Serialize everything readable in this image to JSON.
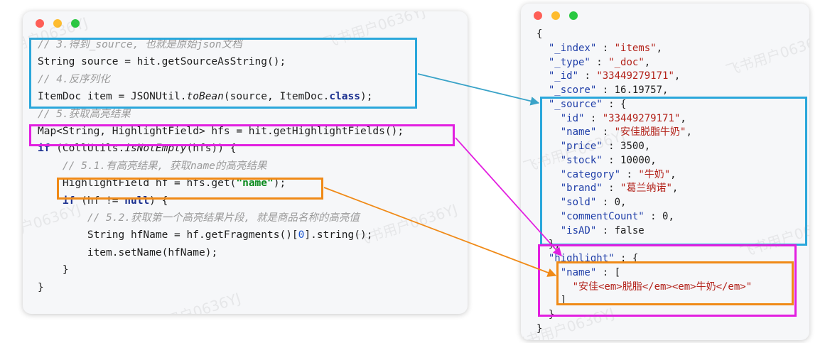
{
  "watermark": "飞书用户0636YJ",
  "traffic_lights": {
    "close": "#fe5f57",
    "minimize": "#febc2e",
    "zoom": "#28c840"
  },
  "highlight_colors": {
    "source": "#2aa7db",
    "fields": "#e21fe0",
    "name": "#f08a17"
  },
  "code_panel": {
    "lines": [
      {
        "indent": "",
        "parts": [
          {
            "t": "// 3.得到_source, 也就是原始json文档",
            "c": "cm"
          }
        ]
      },
      {
        "indent": "",
        "parts": [
          {
            "t": "String source = hit.getSourceAsString();",
            "c": ""
          }
        ]
      },
      {
        "indent": "",
        "parts": [
          {
            "t": "// 4.反序列化",
            "c": "cm"
          }
        ]
      },
      {
        "indent": "",
        "parts": [
          {
            "t": "ItemDoc item = JSONUtil.",
            "c": ""
          },
          {
            "t": "toBean",
            "c": "it"
          },
          {
            "t": "(source, ItemDoc.",
            "c": ""
          },
          {
            "t": "class",
            "c": "kw"
          },
          {
            "t": ");",
            "c": ""
          }
        ]
      },
      {
        "indent": "",
        "parts": [
          {
            "t": "// 5.获取高亮结果",
            "c": "cm"
          }
        ]
      },
      {
        "indent": "",
        "parts": [
          {
            "t": "Map<String, HighlightField> hfs = hit.getHighlightFields();",
            "c": ""
          }
        ]
      },
      {
        "indent": "",
        "parts": [
          {
            "t": "if",
            "c": "kw"
          },
          {
            "t": " (CollUtils.",
            "c": ""
          },
          {
            "t": "isNotEmpty",
            "c": "it"
          },
          {
            "t": "(hfs)) {",
            "c": ""
          }
        ]
      },
      {
        "indent": "    ",
        "parts": [
          {
            "t": "// 5.1.有高亮结果, 获取name的高亮结果",
            "c": "cm"
          }
        ]
      },
      {
        "indent": "    ",
        "parts": [
          {
            "t": "HighlightField hf = hfs.get(",
            "c": ""
          },
          {
            "t": "\"name\"",
            "c": "str"
          },
          {
            "t": ");",
            "c": ""
          }
        ]
      },
      {
        "indent": "    ",
        "parts": [
          {
            "t": "if",
            "c": "kw"
          },
          {
            "t": " (hf != ",
            "c": ""
          },
          {
            "t": "null",
            "c": "kw"
          },
          {
            "t": ") {",
            "c": ""
          }
        ]
      },
      {
        "indent": "        ",
        "parts": [
          {
            "t": "// 5.2.获取第一个高亮结果片段, 就是商品名称的高亮值",
            "c": "cm"
          }
        ]
      },
      {
        "indent": "        ",
        "parts": [
          {
            "t": "String hfName = hf.getFragments()[",
            "c": ""
          },
          {
            "t": "0",
            "c": "num"
          },
          {
            "t": "].string();",
            "c": ""
          }
        ]
      },
      {
        "indent": "        ",
        "parts": [
          {
            "t": "item.setName(hfName);",
            "c": ""
          }
        ]
      },
      {
        "indent": "    ",
        "parts": [
          {
            "t": "}",
            "c": ""
          }
        ]
      },
      {
        "indent": "",
        "parts": [
          {
            "t": "}",
            "c": ""
          }
        ]
      }
    ]
  },
  "json_panel": {
    "lines": [
      {
        "indent": "",
        "parts": [
          {
            "t": "{",
            "c": ""
          }
        ]
      },
      {
        "indent": "  ",
        "parts": [
          {
            "t": "\"_index\"",
            "c": "key"
          },
          {
            "t": " : ",
            "c": ""
          },
          {
            "t": "\"items\"",
            "c": "sv"
          },
          {
            "t": ",",
            "c": ""
          }
        ]
      },
      {
        "indent": "  ",
        "parts": [
          {
            "t": "\"_type\"",
            "c": "key"
          },
          {
            "t": " : ",
            "c": ""
          },
          {
            "t": "\"_doc\"",
            "c": "sv"
          },
          {
            "t": ",",
            "c": ""
          }
        ]
      },
      {
        "indent": "  ",
        "parts": [
          {
            "t": "\"_id\"",
            "c": "key"
          },
          {
            "t": " : ",
            "c": ""
          },
          {
            "t": "\"33449279171\"",
            "c": "sv"
          },
          {
            "t": ",",
            "c": ""
          }
        ]
      },
      {
        "indent": "  ",
        "parts": [
          {
            "t": "\"_score\"",
            "c": "key"
          },
          {
            "t": " : ",
            "c": ""
          },
          {
            "t": "16.19757",
            "c": "nv"
          },
          {
            "t": ",",
            "c": ""
          }
        ]
      },
      {
        "indent": "  ",
        "parts": [
          {
            "t": "\"_source\"",
            "c": "key"
          },
          {
            "t": " : {",
            "c": ""
          }
        ]
      },
      {
        "indent": "    ",
        "parts": [
          {
            "t": "\"id\"",
            "c": "key"
          },
          {
            "t": " : ",
            "c": ""
          },
          {
            "t": "\"33449279171\"",
            "c": "sv"
          },
          {
            "t": ",",
            "c": ""
          }
        ]
      },
      {
        "indent": "    ",
        "parts": [
          {
            "t": "\"name\"",
            "c": "key"
          },
          {
            "t": " : ",
            "c": ""
          },
          {
            "t": "\"安佳脱脂牛奶\"",
            "c": "sv"
          },
          {
            "t": ",",
            "c": ""
          }
        ]
      },
      {
        "indent": "    ",
        "parts": [
          {
            "t": "\"price\"",
            "c": "key"
          },
          {
            "t": " : ",
            "c": ""
          },
          {
            "t": "3500",
            "c": "nv"
          },
          {
            "t": ",",
            "c": ""
          }
        ]
      },
      {
        "indent": "    ",
        "parts": [
          {
            "t": "\"stock\"",
            "c": "key"
          },
          {
            "t": " : ",
            "c": ""
          },
          {
            "t": "10000",
            "c": "nv"
          },
          {
            "t": ",",
            "c": ""
          }
        ]
      },
      {
        "indent": "    ",
        "parts": [
          {
            "t": "\"category\"",
            "c": "key"
          },
          {
            "t": " : ",
            "c": ""
          },
          {
            "t": "\"牛奶\"",
            "c": "sv"
          },
          {
            "t": ",",
            "c": ""
          }
        ]
      },
      {
        "indent": "    ",
        "parts": [
          {
            "t": "\"brand\"",
            "c": "key"
          },
          {
            "t": " : ",
            "c": ""
          },
          {
            "t": "\"葛兰纳诺\"",
            "c": "sv"
          },
          {
            "t": ",",
            "c": ""
          }
        ]
      },
      {
        "indent": "    ",
        "parts": [
          {
            "t": "\"sold\"",
            "c": "key"
          },
          {
            "t": " : ",
            "c": ""
          },
          {
            "t": "0",
            "c": "nv"
          },
          {
            "t": ",",
            "c": ""
          }
        ]
      },
      {
        "indent": "    ",
        "parts": [
          {
            "t": "\"commentCount\"",
            "c": "key"
          },
          {
            "t": " : ",
            "c": ""
          },
          {
            "t": "0",
            "c": "nv"
          },
          {
            "t": ",",
            "c": ""
          }
        ]
      },
      {
        "indent": "    ",
        "parts": [
          {
            "t": "\"isAD\"",
            "c": "key"
          },
          {
            "t": " : ",
            "c": ""
          },
          {
            "t": "false",
            "c": "nv"
          }
        ]
      },
      {
        "indent": "  ",
        "parts": [
          {
            "t": "},",
            "c": ""
          }
        ]
      },
      {
        "indent": "  ",
        "parts": [
          {
            "t": "\"highlight\"",
            "c": "key"
          },
          {
            "t": " : {",
            "c": ""
          }
        ]
      },
      {
        "indent": "    ",
        "parts": [
          {
            "t": "\"name\"",
            "c": "key"
          },
          {
            "t": " : [",
            "c": ""
          }
        ]
      },
      {
        "indent": "      ",
        "parts": [
          {
            "t": "\"安佳<em>脱脂</em><em>牛奶</em>\"",
            "c": "sv"
          }
        ]
      },
      {
        "indent": "    ",
        "parts": [
          {
            "t": "]",
            "c": ""
          }
        ]
      },
      {
        "indent": "  ",
        "parts": [
          {
            "t": "}",
            "c": ""
          }
        ]
      },
      {
        "indent": "",
        "parts": [
          {
            "t": "}",
            "c": ""
          }
        ]
      }
    ]
  }
}
